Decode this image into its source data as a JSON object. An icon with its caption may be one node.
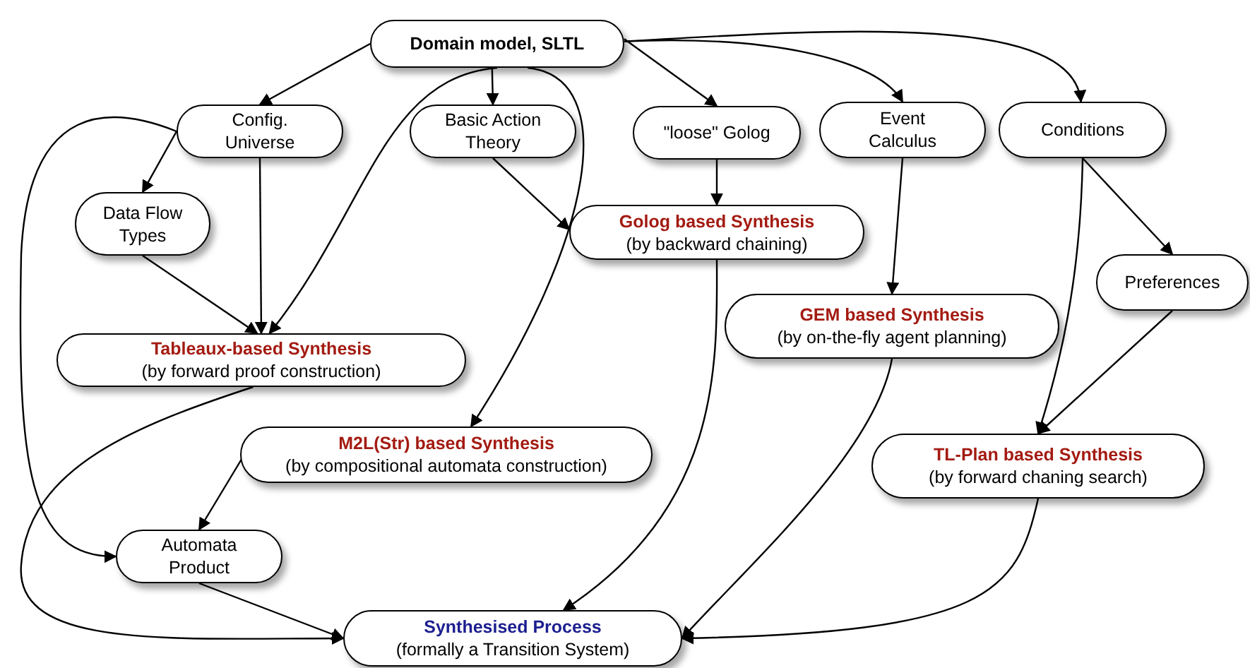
{
  "diagram": {
    "nodes": [
      {
        "text": [
          "Domain model, SLTL"
        ]
      },
      {
        "text": [
          "Config. Universe"
        ]
      },
      {
        "text": [
          "Basic Action Theory"
        ]
      },
      {
        "text": [
          "\"loose\" Golog"
        ]
      },
      {
        "text": [
          "Event Calculus"
        ]
      },
      {
        "text": [
          "Conditions"
        ]
      },
      {
        "text": [
          "Data Flow Types"
        ]
      },
      {
        "text": [
          "Golog based Synthesis",
          "(by backward chaining)"
        ]
      },
      {
        "text": [
          "Preferences"
        ]
      },
      {
        "text": [
          "Tableaux-based Synthesis",
          "(by forward proof construction)"
        ]
      },
      {
        "text": [
          "GEM based Synthesis",
          "(by on-the-fly agent planning)"
        ]
      },
      {
        "text": [
          "M2L(Str) based Synthesis",
          "(by compositional automata construction)"
        ]
      },
      {
        "text": [
          "TL-Plan based Synthesis",
          "(by forward chaning search)"
        ]
      },
      {
        "text": [
          "Automata Product"
        ]
      },
      {
        "text": [
          "Synthesised Process",
          "(formally a Transition System)"
        ]
      }
    ],
    "edges": [
      {
        "from": 0,
        "to": 1,
        "arrow": "to"
      },
      {
        "from": 0,
        "to": 2,
        "arrow": "to"
      },
      {
        "from": 0,
        "to": 3,
        "arrow": "to"
      },
      {
        "from": 0,
        "to": 4,
        "arrow": "to"
      },
      {
        "from": 0,
        "to": 5,
        "arrow": "to"
      },
      {
        "from": 0,
        "to": 9,
        "arrow": "to"
      },
      {
        "from": 0,
        "to": 11,
        "arrow": "to"
      },
      {
        "from": 1,
        "to": 6,
        "arrow": "to"
      },
      {
        "from": 1,
        "to": 9,
        "arrow": "to"
      },
      {
        "from": 1,
        "to": 13,
        "arrow": "to"
      },
      {
        "from": 2,
        "to": 7,
        "arrow": "to"
      },
      {
        "from": 3,
        "to": 7,
        "arrow": "to"
      },
      {
        "from": 4,
        "to": 10,
        "arrow": "to"
      },
      {
        "from": 5,
        "to": 8,
        "arrow": "to"
      },
      {
        "from": 5,
        "to": 12,
        "arrow": "to"
      },
      {
        "from": 8,
        "to": 12,
        "arrow": "to"
      },
      {
        "from": 6,
        "to": 9,
        "arrow": "to"
      },
      {
        "from": 9,
        "to": 14,
        "arrow": "to"
      },
      {
        "from": 7,
        "to": 14,
        "arrow": "to"
      },
      {
        "from": 10,
        "to": 14,
        "arrow": "to"
      },
      {
        "from": 12,
        "to": 14,
        "arrow": "to"
      },
      {
        "from": 11,
        "to": 13,
        "arrow": "to"
      },
      {
        "from": 13,
        "to": 14,
        "arrow": "to"
      }
    ]
  }
}
